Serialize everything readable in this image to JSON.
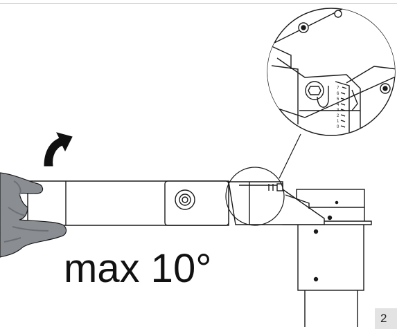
{
  "instruction": {
    "text": "max 10°"
  },
  "page": {
    "number": "2"
  },
  "illustration": {
    "arrow_icon": "curved-up-arrow-icon",
    "detail_scale_digits": [
      "0",
      "1",
      "2",
      "3",
      "4",
      "5",
      "6",
      "7"
    ],
    "colors": {
      "line": "#1a1a1a",
      "glove": "#8a8e93",
      "glove_shadow": "#6c7075",
      "page_tab": "#e3e3e3"
    }
  }
}
